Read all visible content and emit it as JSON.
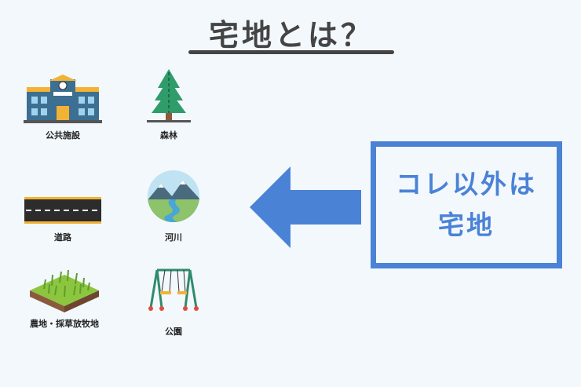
{
  "title": "宅地とは？",
  "items": [
    {
      "icon": "school-building-icon",
      "label": "公共施設"
    },
    {
      "icon": "forest-tree-icon",
      "label": "森林"
    },
    {
      "icon": "road-icon",
      "label": "道路"
    },
    {
      "icon": "river-icon",
      "label": "河川"
    },
    {
      "icon": "farmland-grass-icon",
      "label": "農地・採草放牧地"
    },
    {
      "icon": "park-swing-icon",
      "label": "公園"
    }
  ],
  "callout": {
    "line1": "コレ以外は",
    "line2": "宅地"
  },
  "colors": {
    "accent": "#4a82d6",
    "background": "#f3f8fd",
    "title": "#444444"
  }
}
